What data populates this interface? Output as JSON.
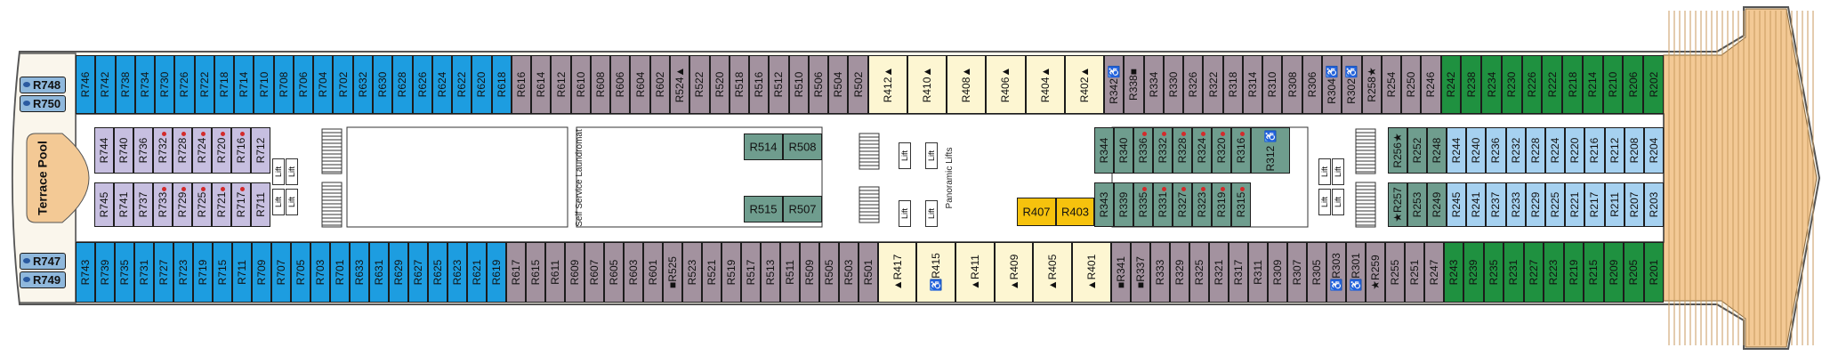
{
  "title": "",
  "colors": {
    "blue": "#1d9de0",
    "purple": "#a3929f",
    "cream": "#fdf6d2",
    "green": "#1f9140",
    "teal": "#6f9d8e",
    "lilac": "#c7bfe0",
    "lightblue": "#a6d1f0",
    "yellow": "#f6c20d",
    "deck_wood": "#f3c995",
    "hull": "#faf6ec"
  },
  "icon_names": [
    "accessible-icon",
    "pool-icon",
    "staircase-icon",
    "lift-icon"
  ],
  "labels": {
    "pool": "Terrace Pool",
    "laundromat": "Self Service Laundromat",
    "panoramic_lifts": "Panoramic Lifts",
    "lift": "Lift"
  },
  "aft_tags": {
    "top": [
      "R748",
      "R750"
    ],
    "bottom": [
      "R747",
      "R749"
    ]
  },
  "top_row": [
    {
      "l": "R746",
      "c": "blue"
    },
    {
      "l": "R742",
      "c": "blue"
    },
    {
      "l": "R738",
      "c": "blue"
    },
    {
      "l": "R734",
      "c": "blue"
    },
    {
      "l": "R730",
      "c": "blue"
    },
    {
      "l": "R726",
      "c": "blue"
    },
    {
      "l": "R722",
      "c": "blue"
    },
    {
      "l": "R718",
      "c": "blue"
    },
    {
      "l": "R714",
      "c": "blue"
    },
    {
      "l": "R710",
      "c": "blue"
    },
    {
      "l": "R708",
      "c": "blue"
    },
    {
      "l": "R706",
      "c": "blue"
    },
    {
      "l": "R704",
      "c": "blue"
    },
    {
      "l": "R702",
      "c": "blue"
    },
    {
      "l": "R632",
      "c": "blue"
    },
    {
      "l": "R630",
      "c": "blue"
    },
    {
      "l": "R628",
      "c": "blue"
    },
    {
      "l": "R626",
      "c": "blue"
    },
    {
      "l": "R624",
      "c": "blue"
    },
    {
      "l": "R622",
      "c": "blue"
    },
    {
      "l": "R620",
      "c": "blue"
    },
    {
      "l": "R618",
      "c": "blue"
    },
    {
      "l": "R616",
      "c": "purple"
    },
    {
      "l": "R614",
      "c": "purple"
    },
    {
      "l": "R612",
      "c": "purple"
    },
    {
      "l": "R610",
      "c": "purple"
    },
    {
      "l": "R608",
      "c": "purple"
    },
    {
      "l": "R606",
      "c": "purple"
    },
    {
      "l": "R604",
      "c": "purple"
    },
    {
      "l": "R602",
      "c": "purple"
    },
    {
      "l": "R524▲",
      "c": "purple"
    },
    {
      "l": "R522",
      "c": "purple"
    },
    {
      "l": "R520",
      "c": "purple"
    },
    {
      "l": "R518",
      "c": "purple"
    },
    {
      "l": "R516",
      "c": "purple"
    },
    {
      "l": "R512",
      "c": "purple"
    },
    {
      "l": "R510",
      "c": "purple"
    },
    {
      "l": "R506",
      "c": "purple"
    },
    {
      "l": "R504",
      "c": "purple"
    },
    {
      "l": "R502",
      "c": "purple"
    },
    {
      "l": "R412▲",
      "c": "cream"
    },
    {
      "l": "R410▲",
      "c": "cream"
    },
    {
      "l": "R408▲",
      "c": "cream"
    },
    {
      "l": "R406▲",
      "c": "cream"
    },
    {
      "l": "R404▲",
      "c": "cream"
    },
    {
      "l": "R402▲",
      "c": "cream"
    },
    {
      "l": "R342♿",
      "c": "purple"
    },
    {
      "l": "R338■",
      "c": "purple"
    },
    {
      "l": "R334",
      "c": "purple"
    },
    {
      "l": "R330",
      "c": "purple"
    },
    {
      "l": "R326",
      "c": "purple"
    },
    {
      "l": "R322",
      "c": "purple"
    },
    {
      "l": "R318",
      "c": "purple"
    },
    {
      "l": "R314",
      "c": "purple"
    },
    {
      "l": "R310",
      "c": "purple"
    },
    {
      "l": "R308",
      "c": "purple"
    },
    {
      "l": "R306",
      "c": "purple"
    },
    {
      "l": "R304♿",
      "c": "purple"
    },
    {
      "l": "R302♿",
      "c": "purple"
    },
    {
      "l": "R258★",
      "c": "purple"
    },
    {
      "l": "R254",
      "c": "purple"
    },
    {
      "l": "R250",
      "c": "purple"
    },
    {
      "l": "R246",
      "c": "purple"
    },
    {
      "l": "R242",
      "c": "green"
    },
    {
      "l": "R238",
      "c": "green"
    },
    {
      "l": "R234",
      "c": "green"
    },
    {
      "l": "R230",
      "c": "green"
    },
    {
      "l": "R226",
      "c": "green"
    },
    {
      "l": "R222",
      "c": "green"
    },
    {
      "l": "R218",
      "c": "green"
    },
    {
      "l": "R214",
      "c": "green"
    },
    {
      "l": "R210",
      "c": "green"
    },
    {
      "l": "R206",
      "c": "green"
    },
    {
      "l": "R202",
      "c": "green"
    }
  ],
  "bottom_row": [
    {
      "l": "R743",
      "c": "blue"
    },
    {
      "l": "R739",
      "c": "blue"
    },
    {
      "l": "R735",
      "c": "blue"
    },
    {
      "l": "R731",
      "c": "blue"
    },
    {
      "l": "R727",
      "c": "blue"
    },
    {
      "l": "R723",
      "c": "blue"
    },
    {
      "l": "R719",
      "c": "blue"
    },
    {
      "l": "R715",
      "c": "blue"
    },
    {
      "l": "R711",
      "c": "blue"
    },
    {
      "l": "R709",
      "c": "blue"
    },
    {
      "l": "R707",
      "c": "blue"
    },
    {
      "l": "R705",
      "c": "blue"
    },
    {
      "l": "R703",
      "c": "blue"
    },
    {
      "l": "R701",
      "c": "blue"
    },
    {
      "l": "R633",
      "c": "blue"
    },
    {
      "l": "R631",
      "c": "blue"
    },
    {
      "l": "R629",
      "c": "blue"
    },
    {
      "l": "R627",
      "c": "blue"
    },
    {
      "l": "R625",
      "c": "blue"
    },
    {
      "l": "R623",
      "c": "blue"
    },
    {
      "l": "R621",
      "c": "blue"
    },
    {
      "l": "R619",
      "c": "blue"
    },
    {
      "l": "R617",
      "c": "purple"
    },
    {
      "l": "R615",
      "c": "purple"
    },
    {
      "l": "R611",
      "c": "purple"
    },
    {
      "l": "R609",
      "c": "purple"
    },
    {
      "l": "R607",
      "c": "purple"
    },
    {
      "l": "R605",
      "c": "purple"
    },
    {
      "l": "R603",
      "c": "purple"
    },
    {
      "l": "R601",
      "c": "purple"
    },
    {
      "l": "■R525",
      "c": "purple"
    },
    {
      "l": "R523",
      "c": "purple"
    },
    {
      "l": "R521",
      "c": "purple"
    },
    {
      "l": "R519",
      "c": "purple"
    },
    {
      "l": "R517",
      "c": "purple"
    },
    {
      "l": "R513",
      "c": "purple"
    },
    {
      "l": "R511",
      "c": "purple"
    },
    {
      "l": "R509",
      "c": "purple"
    },
    {
      "l": "R505",
      "c": "purple"
    },
    {
      "l": "R503",
      "c": "purple"
    },
    {
      "l": "R501",
      "c": "purple"
    },
    {
      "l": "▲R417",
      "c": "cream"
    },
    {
      "l": "♿R415",
      "c": "cream"
    },
    {
      "l": "▲R411",
      "c": "cream"
    },
    {
      "l": "▲R409",
      "c": "cream"
    },
    {
      "l": "▲R405",
      "c": "cream"
    },
    {
      "l": "▲R401",
      "c": "cream"
    },
    {
      "l": "■R341",
      "c": "purple"
    },
    {
      "l": "■R337",
      "c": "purple"
    },
    {
      "l": "R333",
      "c": "purple"
    },
    {
      "l": "R329",
      "c": "purple"
    },
    {
      "l": "R325",
      "c": "purple"
    },
    {
      "l": "R321",
      "c": "purple"
    },
    {
      "l": "R317",
      "c": "purple"
    },
    {
      "l": "R311",
      "c": "purple"
    },
    {
      "l": "R309",
      "c": "purple"
    },
    {
      "l": "R307",
      "c": "purple"
    },
    {
      "l": "R305",
      "c": "purple"
    },
    {
      "l": "♿R303",
      "c": "purple"
    },
    {
      "l": "♿R301",
      "c": "purple"
    },
    {
      "l": "★R259",
      "c": "purple"
    },
    {
      "l": "R255",
      "c": "purple"
    },
    {
      "l": "R251",
      "c": "purple"
    },
    {
      "l": "R247",
      "c": "purple"
    },
    {
      "l": "R243",
      "c": "green"
    },
    {
      "l": "R239",
      "c": "green"
    },
    {
      "l": "R235",
      "c": "green"
    },
    {
      "l": "R231",
      "c": "green"
    },
    {
      "l": "R227",
      "c": "green"
    },
    {
      "l": "R223",
      "c": "green"
    },
    {
      "l": "R219",
      "c": "green"
    },
    {
      "l": "R215",
      "c": "green"
    },
    {
      "l": "R209",
      "c": "green"
    },
    {
      "l": "R205",
      "c": "green"
    },
    {
      "l": "R201",
      "c": "green"
    }
  ],
  "inner_aft_top": [
    "R744",
    "R740",
    "R736",
    "R732",
    "R728",
    "R724",
    "R720",
    "R716",
    "R712"
  ],
  "inner_aft_bottom": [
    "R745",
    "R741",
    "R737",
    "R733",
    "R729",
    "R725",
    "R721",
    "R717",
    "R711"
  ],
  "mid_pairs_top": [
    "R514",
    "R508"
  ],
  "mid_pairs_bottom": [
    "R515",
    "R507"
  ],
  "yellow_pair": [
    "R407",
    "R403"
  ],
  "inner_fwd_top_teal": [
    "R344",
    "R340",
    "R336",
    "R332",
    "R328",
    "R324",
    "R320",
    "R316"
  ],
  "inner_fwd_top_teal_big": "R312 ♿",
  "inner_fwd_bottom_teal": [
    "R343",
    "R339",
    "R335",
    "R331",
    "R327",
    "R323",
    "R319",
    "R315"
  ],
  "inner_fwd_top_pref": [
    "R256★",
    "R252",
    "R248"
  ],
  "inner_fwd_top_blue": [
    "R244",
    "R240",
    "R236",
    "R232",
    "R228",
    "R224",
    "R220",
    "R216",
    "R212",
    "R208",
    "R204"
  ],
  "inner_fwd_bottom_pref": [
    "★R257",
    "R253",
    "R249"
  ],
  "inner_fwd_bottom_blue": [
    "R245",
    "R241",
    "R237",
    "R233",
    "R229",
    "R225",
    "R221",
    "R217",
    "R211",
    "R207",
    "R203"
  ]
}
